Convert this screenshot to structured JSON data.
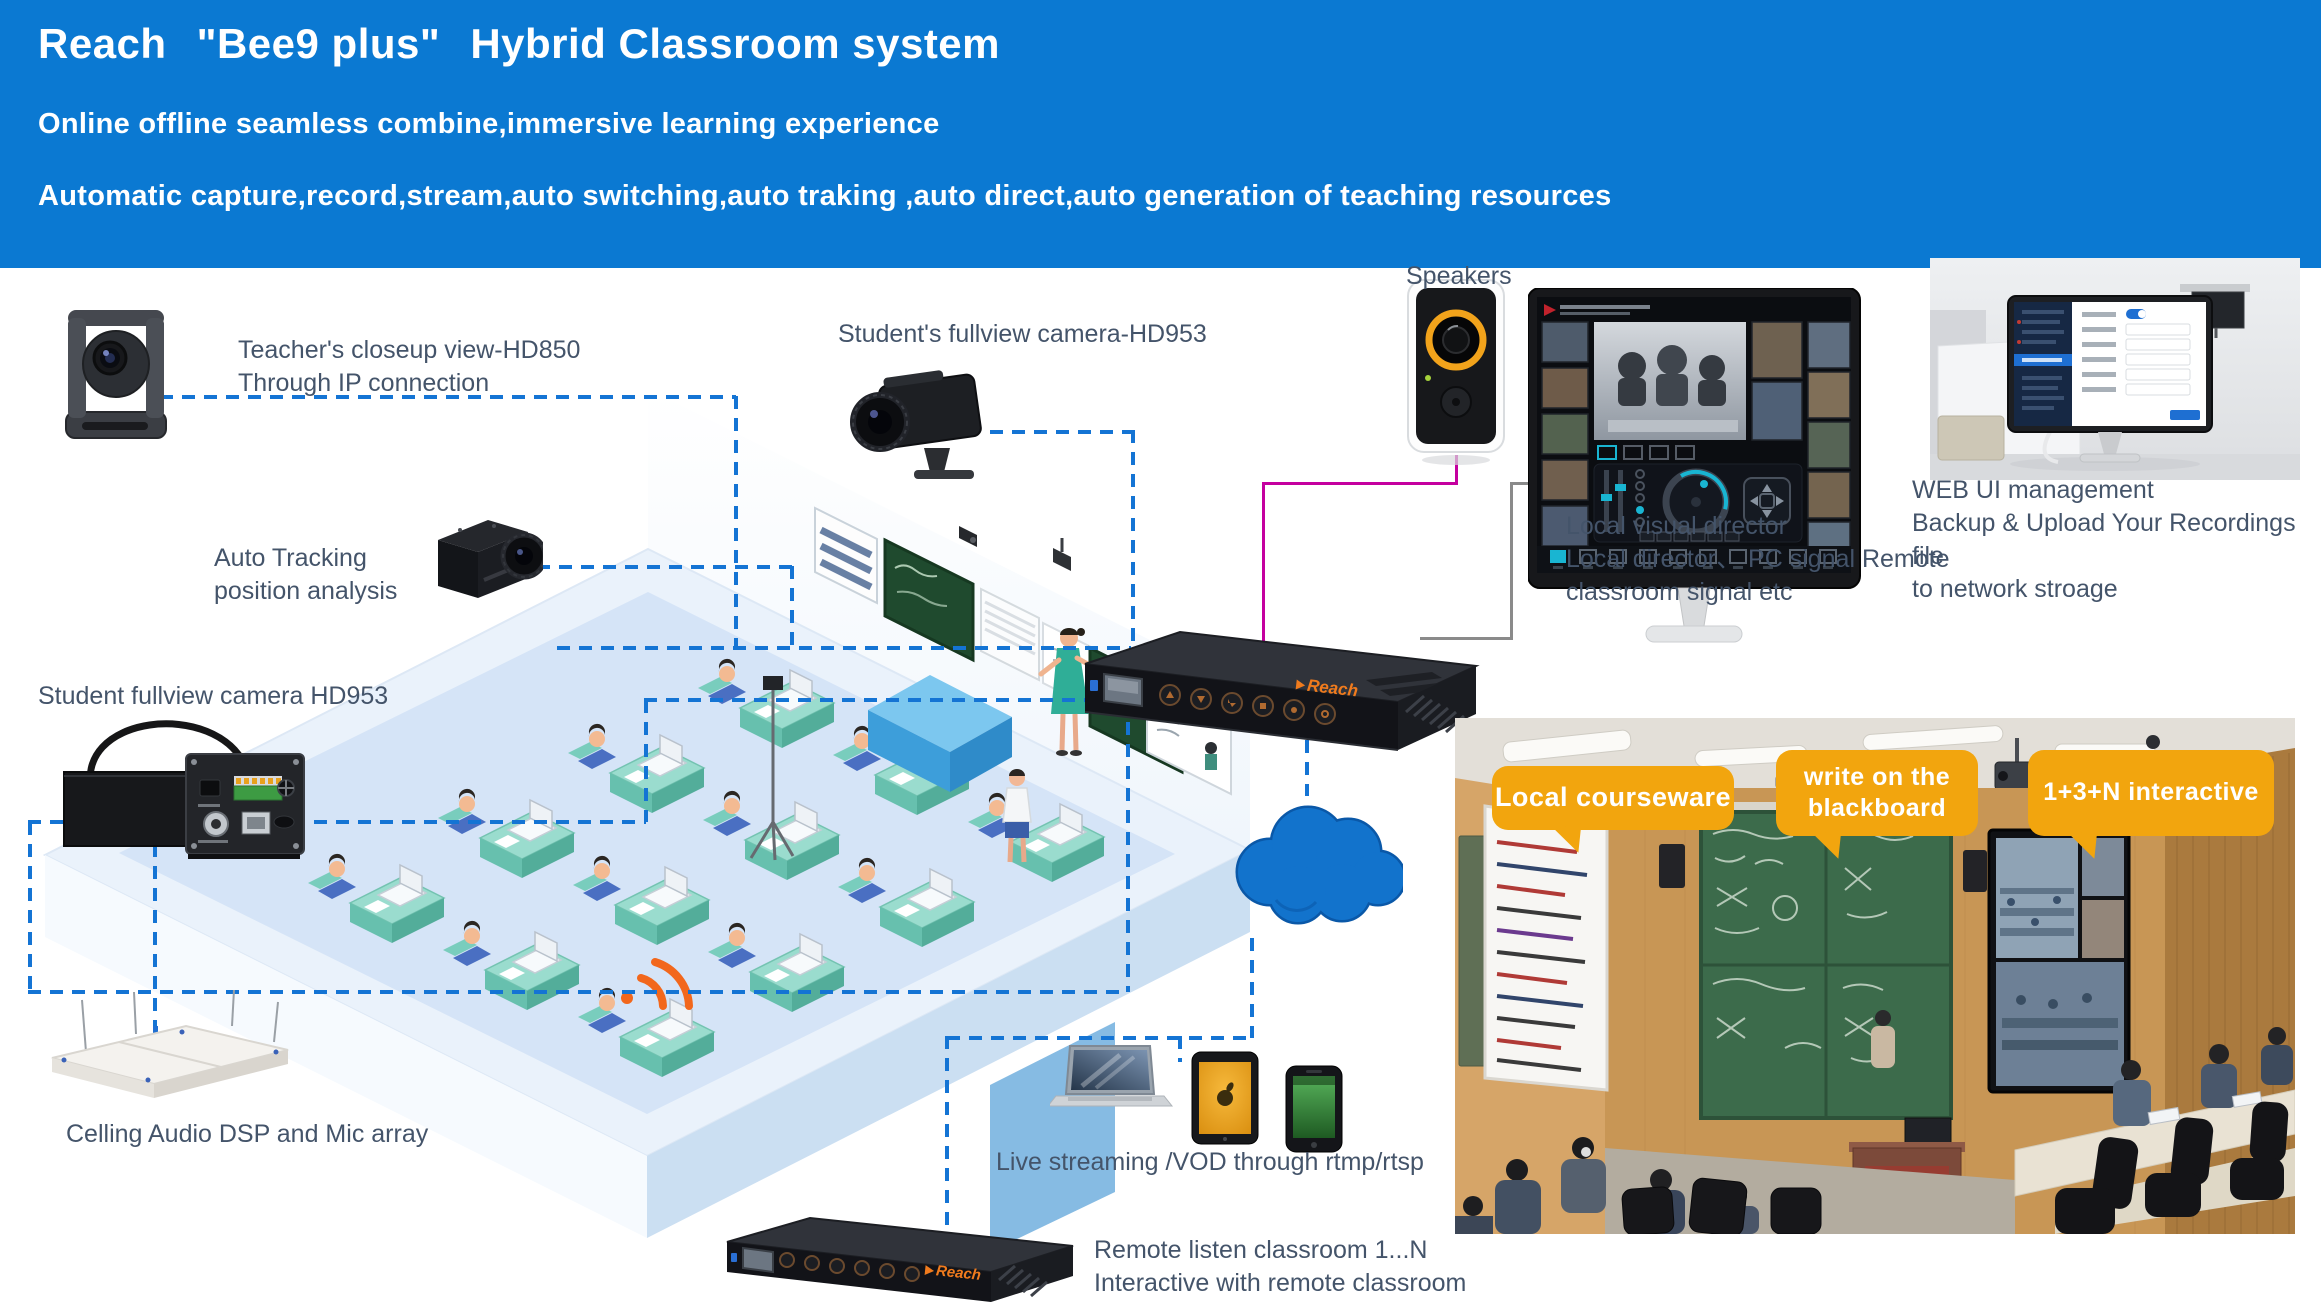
{
  "header": {
    "brand": "Reach",
    "product": "\"Bee9 plus\"",
    "title_rest": "Hybrid Classroom system",
    "subtitle1": "Online offline seamless combine,immersive learning experience",
    "subtitle2": "Automatic capture,record,stream,auto switching,auto traking ,auto direct,auto generation of teaching resources"
  },
  "diagram": {
    "teacher_camera": {
      "line1": "Teacher's closeup view-HD850",
      "line2": "Through IP connection"
    },
    "student_camera_top": {
      "label": "Student's fullview camera-HD953"
    },
    "auto_tracking": {
      "line1": "Auto Tracking",
      "line2": "position analysis"
    },
    "student_camera_left": {
      "label": "Student fullview camera HD953"
    },
    "ceiling_audio": {
      "label": "Celling Audio DSP and Mic array"
    },
    "speakers": {
      "label": "Speakers"
    },
    "recorder": {
      "brand": "Reach"
    },
    "remote_recorder": {
      "brand": "Reach"
    },
    "local_director": {
      "line1": "Local visual director",
      "line2": "Local director、 PC signal Remote",
      "line3": "classroom signal etc"
    },
    "web_ui": {
      "line1": "WEB UI management",
      "line2": "Backup & Upload Your Recordings file",
      "line3": "to network stroage"
    },
    "live_streaming": {
      "label": "Live streaming /VOD through rtmp/rtsp"
    },
    "remote_classroom": {
      "line1": "Remote listen classroom 1...N",
      "line2": "Interactive with remote  classroom"
    }
  },
  "photo": {
    "callouts": [
      {
        "label": "Local courseware"
      },
      {
        "label": "write on the blackboard"
      },
      {
        "label": "1+3+N interactive"
      }
    ]
  },
  "colors": {
    "header_bg": "#0b79d2",
    "label_text": "#44546a",
    "dashed_line": "#1474d4",
    "magenta_line": "#c4009f",
    "gray_line": "#8a8a8a",
    "cloud_blue": "#1273cc",
    "callout_orange": "#f2a50e",
    "brand_orange": "#f07b1d"
  }
}
